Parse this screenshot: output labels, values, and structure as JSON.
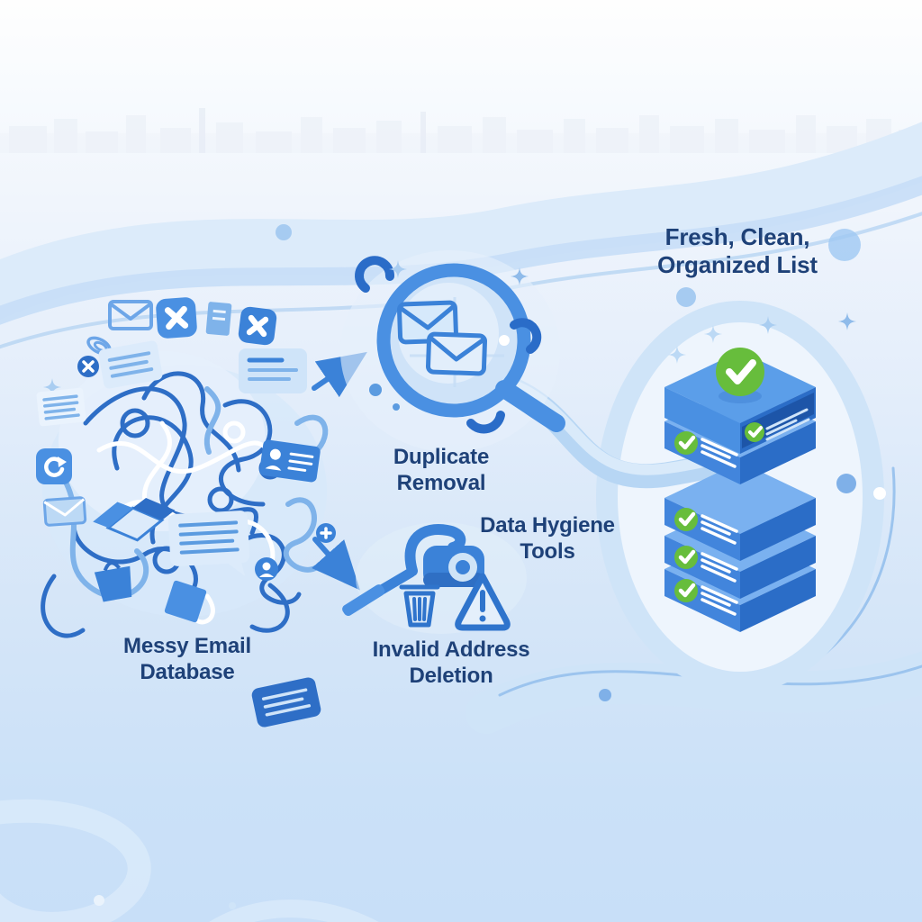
{
  "labels": {
    "title": [
      "Fresh, Clean,",
      "Organized List"
    ],
    "messy": [
      "Messy Email",
      "Database"
    ],
    "duplicate": [
      "Duplicate",
      "Removal"
    ],
    "hygiene": [
      "Data Hygiene",
      "Tools"
    ],
    "invalid": [
      "Invalid Address",
      "Deletion"
    ]
  },
  "colors": {
    "text_navy": "#1e4178",
    "primary_blue": "#4a90e2",
    "dark_blue": "#2a6cc8",
    "light_blue": "#bcd9f5",
    "pale_blue": "#dcebfa",
    "green_check": "#67bd3c",
    "background_top": "#fefefe",
    "background_bottom": "#c8dff8"
  },
  "stack": {
    "layers": 5,
    "checkmarks": 6
  },
  "icons": {
    "tangle": "messy-tangle",
    "magnifier": "magnifier-with-envelopes",
    "vacuum": "vacuum-cleaner",
    "trash": "trash-can",
    "warning": "warning-triangle",
    "stack": "clean-list-stack",
    "check": "green-checkmark"
  }
}
